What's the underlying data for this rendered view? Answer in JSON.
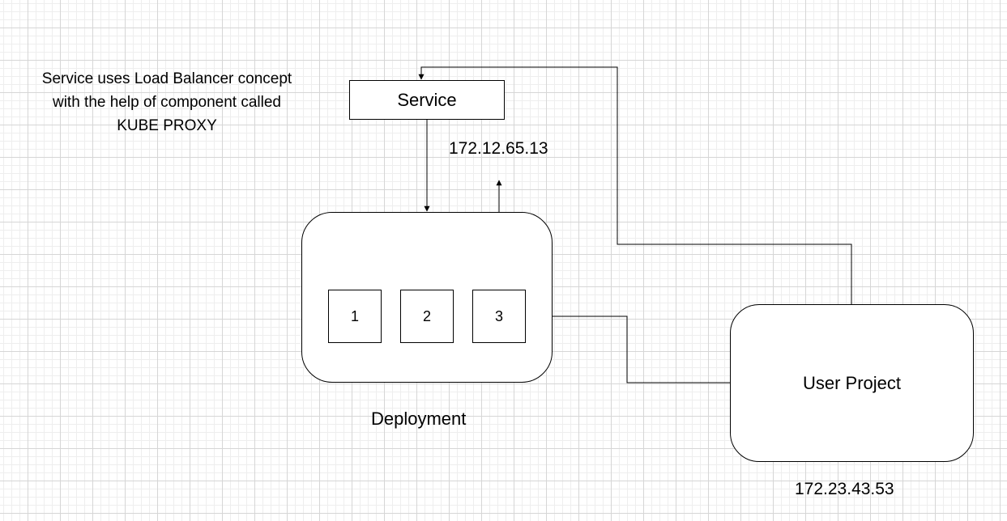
{
  "diagram": {
    "note_lines": [
      "Service uses Load Balancer concept",
      "with the help of component called",
      "KUBE PROXY"
    ],
    "service": {
      "label": "Service",
      "ip": "172.12.65.13"
    },
    "deployment": {
      "label": "Deployment",
      "pods": [
        "1",
        "2",
        "3"
      ]
    },
    "user_project": {
      "label": "User Project",
      "ip": "172.23.43.53"
    },
    "colors": {
      "stroke": "#000000",
      "fill": "#ffffff",
      "grid": "#d6d6d6"
    }
  }
}
